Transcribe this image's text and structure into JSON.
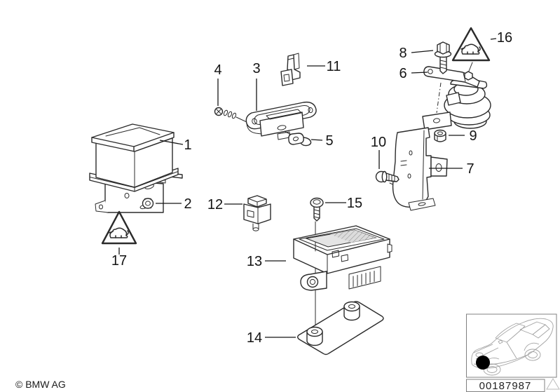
{
  "document": {
    "type": "parts-exploded-diagram",
    "copyright": "© BMW AG",
    "part_number": "00187987"
  },
  "colors": {
    "background": "#ffffff",
    "diagram_line": "#2b2b2b",
    "label_text": "#141414",
    "thumbnail_line": "#a3a3a3",
    "location_marker": "#000000"
  },
  "icons": {
    "warning_sticker": "bulldog-warning-triangle-icon",
    "thumbnail": "car-location-thumbnail-icon"
  },
  "callouts": [
    {
      "number": "1"
    },
    {
      "number": "2"
    },
    {
      "number": "3"
    },
    {
      "number": "4"
    },
    {
      "number": "5"
    },
    {
      "number": "6"
    },
    {
      "number": "7"
    },
    {
      "number": "8"
    },
    {
      "number": "9"
    },
    {
      "number": "10"
    },
    {
      "number": "11"
    },
    {
      "number": "12"
    },
    {
      "number": "13"
    },
    {
      "number": "14"
    },
    {
      "number": "15"
    },
    {
      "number": "16"
    },
    {
      "number": "17"
    }
  ]
}
